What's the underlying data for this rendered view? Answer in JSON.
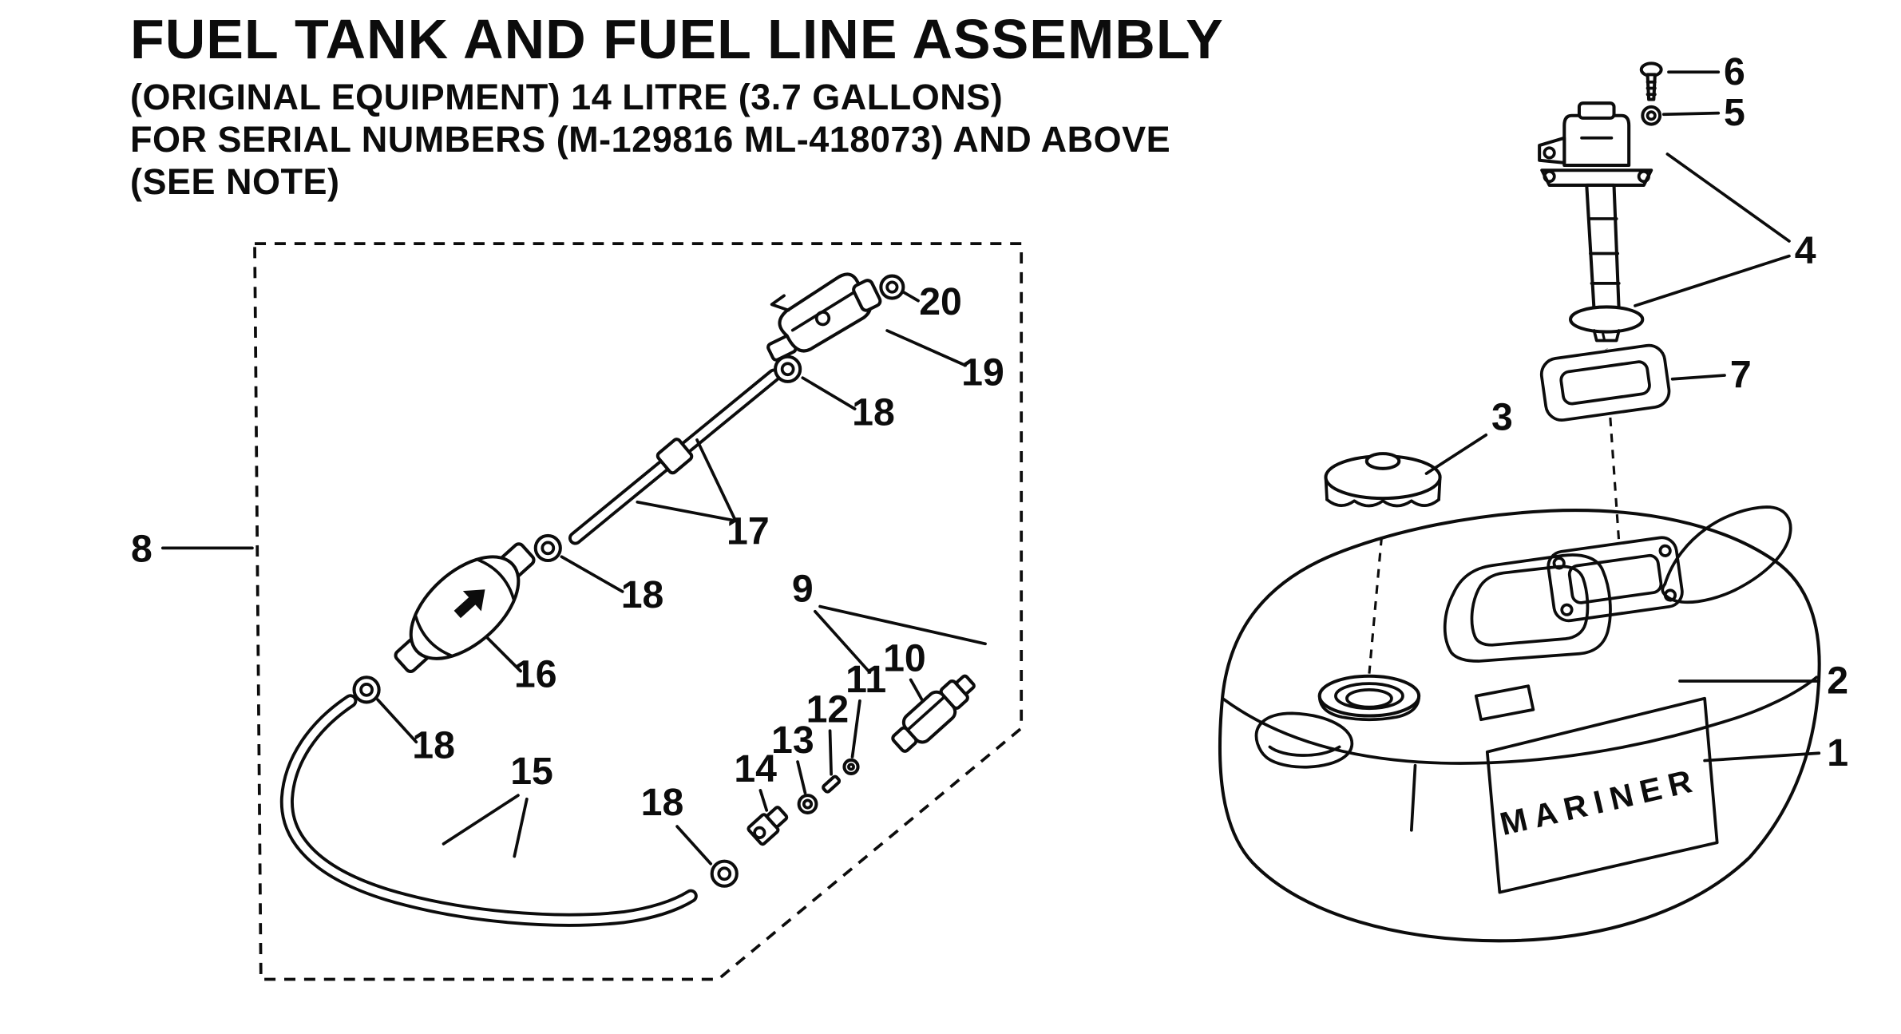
{
  "title": {
    "line1": "FUEL TANK AND FUEL LINE ASSEMBLY",
    "line2": "(ORIGINAL EQUIPMENT) 14 LITRE (3.7 GALLONS)",
    "line3": "FOR SERIAL NUMBERS (M-129816 ML-418073) AND ABOVE",
    "line4": "(SEE NOTE)"
  },
  "diagram": {
    "tank_brand": "MARINER",
    "ink_color": "#0c0c0c",
    "background_color": "#ffffff",
    "callouts": {
      "n1": "1",
      "n2": "2",
      "n3": "3",
      "n4": "4",
      "n5": "5",
      "n6": "6",
      "n7": "7",
      "n8": "8",
      "n9": "9",
      "n10": "10",
      "n11": "11",
      "n12": "12",
      "n13": "13",
      "n14": "14",
      "n15": "15",
      "n16": "16",
      "n17": "17",
      "n18": "18",
      "n19": "19",
      "n20": "20"
    }
  }
}
